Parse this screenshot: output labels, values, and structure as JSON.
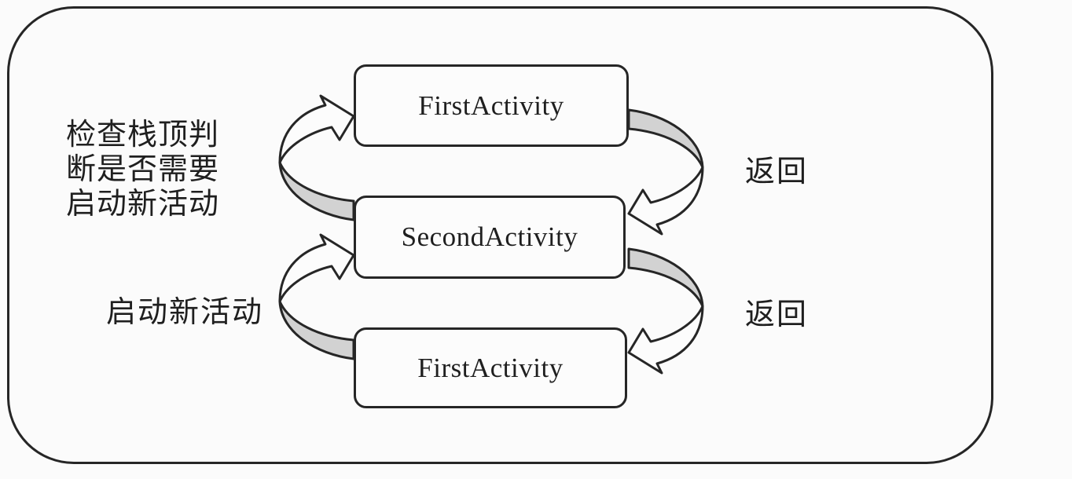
{
  "diagram": {
    "boxes": [
      {
        "label": "FirstActivity"
      },
      {
        "label": "SecondActivity"
      },
      {
        "label": "FirstActivity"
      }
    ],
    "annotations": {
      "check_note_lines": [
        "检查栈顶判",
        "断是否需要",
        "启动新活动"
      ],
      "launch_label": "启动新活动",
      "return_top": "返回",
      "return_bottom": "返回"
    },
    "colors": {
      "line": "#262626",
      "ribbon_shade": "#d2d2d2",
      "background": "#fbfbfb"
    }
  }
}
